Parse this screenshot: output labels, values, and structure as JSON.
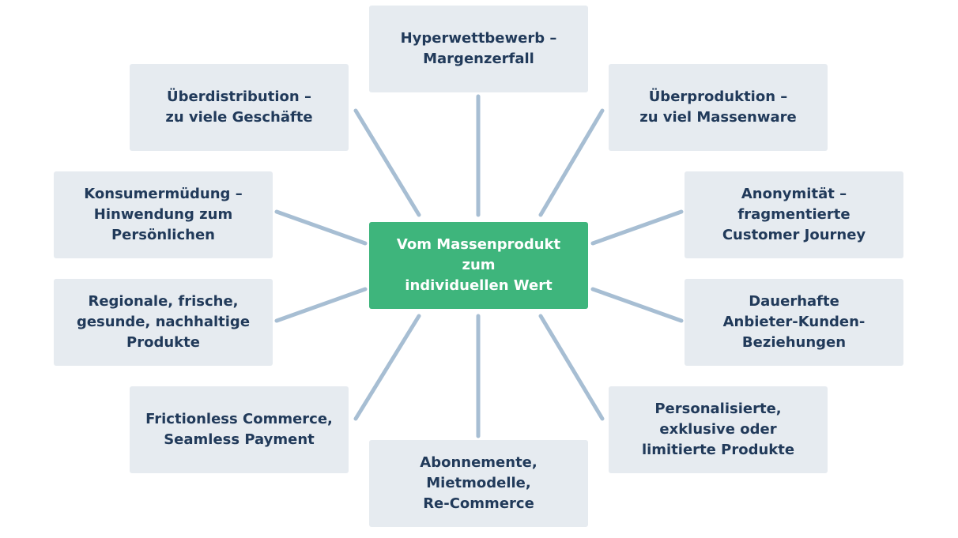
{
  "colors": {
    "box": "#e6ebf0",
    "center": "#3eb57c",
    "text": "#213a5a",
    "connector": "#a7bed3"
  },
  "center": {
    "label": "Vom Massenprodukt\nzum\nindividuellen Wert"
  },
  "nodes": [
    {
      "label": "Hyperwettbewerb –\nMargenzerfall"
    },
    {
      "label": "Überdistribution –\nzu viele Geschäfte"
    },
    {
      "label": "Überproduktion –\nzu viel Massenware"
    },
    {
      "label": "Konsumermüdung –\nHinwendung zum\nPersönlichen"
    },
    {
      "label": "Anonymität –\nfragmentierte\nCustomer Journey"
    },
    {
      "label": "Regionale, frische,\ngesunde, nachhaltige\nProdukte"
    },
    {
      "label": "Dauerhafte\nAnbieter-Kunden-\nBeziehungen"
    },
    {
      "label": "Frictionless Commerce,\nSeamless Payment"
    },
    {
      "label": "Personalisierte,\nexklusive oder\nlimitierte Produkte"
    },
    {
      "label": "Abonnemente,\nMietmodelle,\nRe-Commerce"
    }
  ]
}
